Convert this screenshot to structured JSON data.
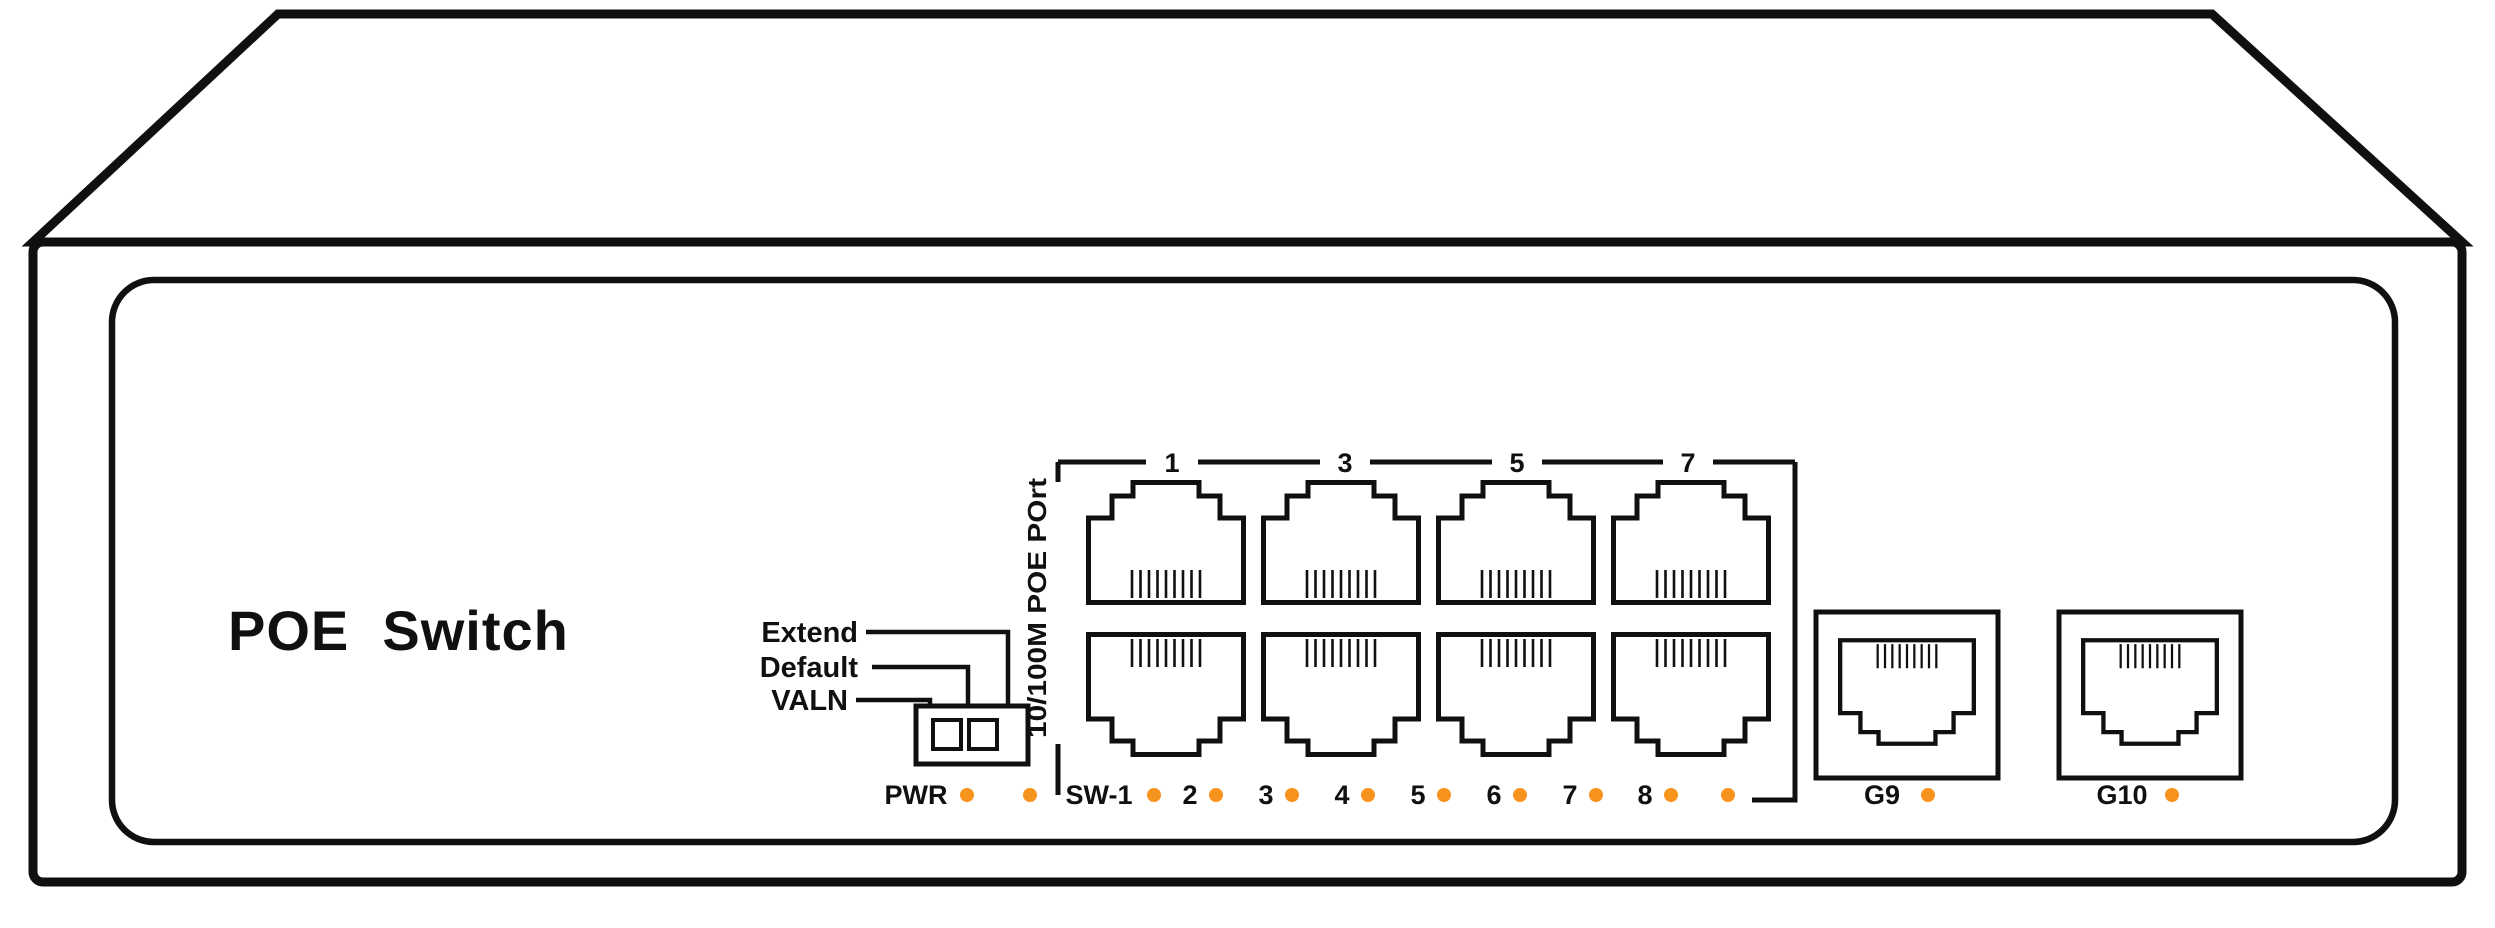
{
  "diagram": {
    "title": "POE  Switch",
    "dip": {
      "labels": [
        "Extend",
        "Default",
        "VALN"
      ]
    },
    "port_group": {
      "side_label": "10/100M POE POrt",
      "numbers": [
        "1",
        "3",
        "5",
        "7"
      ]
    },
    "leds": {
      "pwr": "PWR",
      "sw1": "SW-1",
      "ports": [
        "2",
        "3",
        "4",
        "5",
        "6",
        "7",
        "8"
      ]
    },
    "uplinks": {
      "g9": "G9",
      "g10": "G10"
    },
    "colors": {
      "led_on": "#F7941D",
      "outline": "#101010"
    }
  }
}
